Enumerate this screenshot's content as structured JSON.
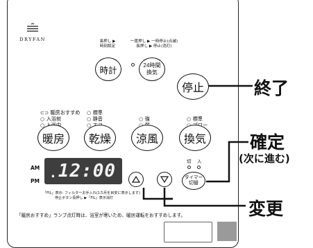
{
  "brand": {
    "name": "DRYFAN"
  },
  "top_row": {
    "clock": {
      "hint_1": "長押し ▶",
      "hint_2": "時刻設定",
      "label": "時計"
    },
    "ventilation24": {
      "hint_1": "一度押し ▶ 一時停止(点滅)",
      "hint_2": "長押し ▶ 停止(消灯)",
      "label_1": "24時間",
      "label_2": "換気"
    },
    "stop": {
      "label": "停止"
    }
  },
  "mode_row": {
    "heating": {
      "indicators": [
        "暖房おすすめ",
        "入浴前",
        "入浴中"
      ],
      "label": "暖房"
    },
    "drying": {
      "indicators": [
        "標準",
        "静音",
        "エコ"
      ],
      "label": "乾燥"
    },
    "cooling": {
      "indicators": [
        "強",
        "弱"
      ],
      "label": "涼風"
    },
    "ventilation": {
      "indicators": [
        "標準",
        "ブロー"
      ],
      "label": "換気"
    }
  },
  "display": {
    "am": "AM",
    "pm": "PM",
    "time": "12:00"
  },
  "filter_note": {
    "line_1": "「FIL」表示: フィルターお手入れ(1カ月を目安に表示します)",
    "line_2": "停止ボタン長押し ▶「FIL」表示消灯"
  },
  "timer_switch": {
    "off": "切",
    "on": "入",
    "label_1": "タイマー",
    "label_2": "切替"
  },
  "footer_note": "「暖房おすすめ」ランプ点灯時は、浴室が寒いため、暖房運転をおすすめします。",
  "callouts": {
    "end": "終了",
    "confirm": "確定",
    "next": "(次に進む)",
    "change": "変更"
  }
}
